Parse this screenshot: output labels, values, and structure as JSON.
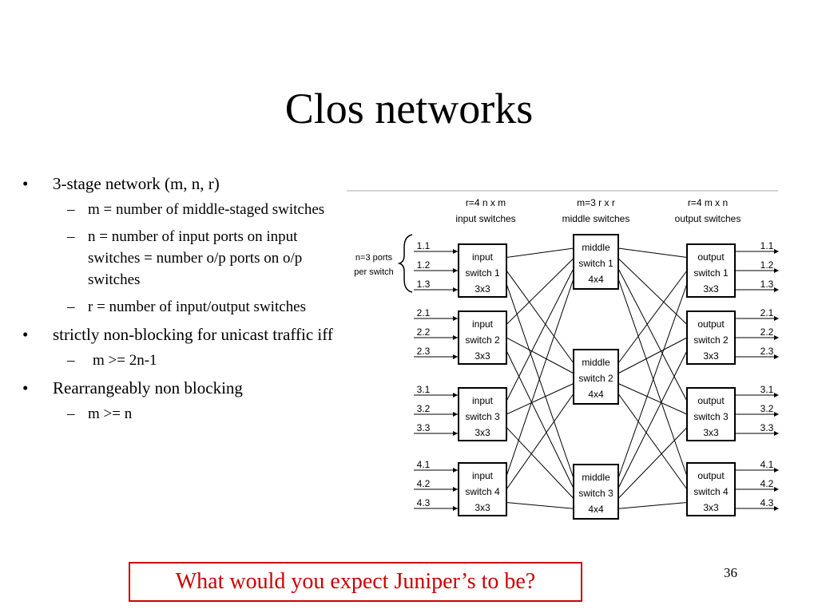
{
  "slide": {
    "title": "Clos networks",
    "page_number": "36",
    "question": "What would you expect Juniper’s to be?",
    "accent_color": "#cc0000"
  },
  "bullets": [
    {
      "text": "3-stage network (m, n, r)",
      "sub": [
        "m = number of middle-staged switches",
        "n = number of input ports on input switches = number o/p ports on o/p switches",
        "r = number of input/output switches"
      ]
    },
    {
      "text": "strictly non-blocking for unicast traffic iff",
      "sub": [
        "m >= 2n-1"
      ]
    },
    {
      "text": "Rearrangeably non blocking",
      "sub": [
        "m >= n"
      ]
    }
  ],
  "diagram": {
    "headers": {
      "input": [
        "r=4 n x m",
        "input switches"
      ],
      "middle": [
        "m=3 r x r",
        "middle switches"
      ],
      "output": [
        "r=4 m x n",
        "output switches"
      ]
    },
    "ports_label": [
      "n=3 ports",
      "per switch"
    ],
    "input_switches": [
      {
        "lines": [
          "input",
          "switch 1",
          "3x3"
        ],
        "ports": [
          "1.1",
          "1.2",
          "1.3"
        ]
      },
      {
        "lines": [
          "input",
          "switch 2",
          "3x3"
        ],
        "ports": [
          "2.1",
          "2.2",
          "2.3"
        ]
      },
      {
        "lines": [
          "input",
          "switch 3",
          "3x3"
        ],
        "ports": [
          "3.1",
          "3.2",
          "3.3"
        ]
      },
      {
        "lines": [
          "input",
          "switch 4",
          "3x3"
        ],
        "ports": [
          "4.1",
          "4.2",
          "4.3"
        ]
      }
    ],
    "middle_switches": [
      {
        "lines": [
          "middle",
          "switch 1",
          "4x4"
        ]
      },
      {
        "lines": [
          "middle",
          "switch 2",
          "4x4"
        ]
      },
      {
        "lines": [
          "middle",
          "switch 3",
          "4x4"
        ]
      }
    ],
    "output_switches": [
      {
        "lines": [
          "output",
          "switch 1",
          "3x3"
        ],
        "ports": [
          "1.1",
          "1.2",
          "1.3"
        ]
      },
      {
        "lines": [
          "output",
          "switch 2",
          "3x3"
        ],
        "ports": [
          "2.1",
          "2.2",
          "2.3"
        ]
      },
      {
        "lines": [
          "output",
          "switch 3",
          "3x3"
        ],
        "ports": [
          "3.1",
          "3.2",
          "3.3"
        ]
      },
      {
        "lines": [
          "output",
          "switch 4",
          "3x3"
        ],
        "ports": [
          "4.1",
          "4.2",
          "4.3"
        ]
      }
    ]
  }
}
